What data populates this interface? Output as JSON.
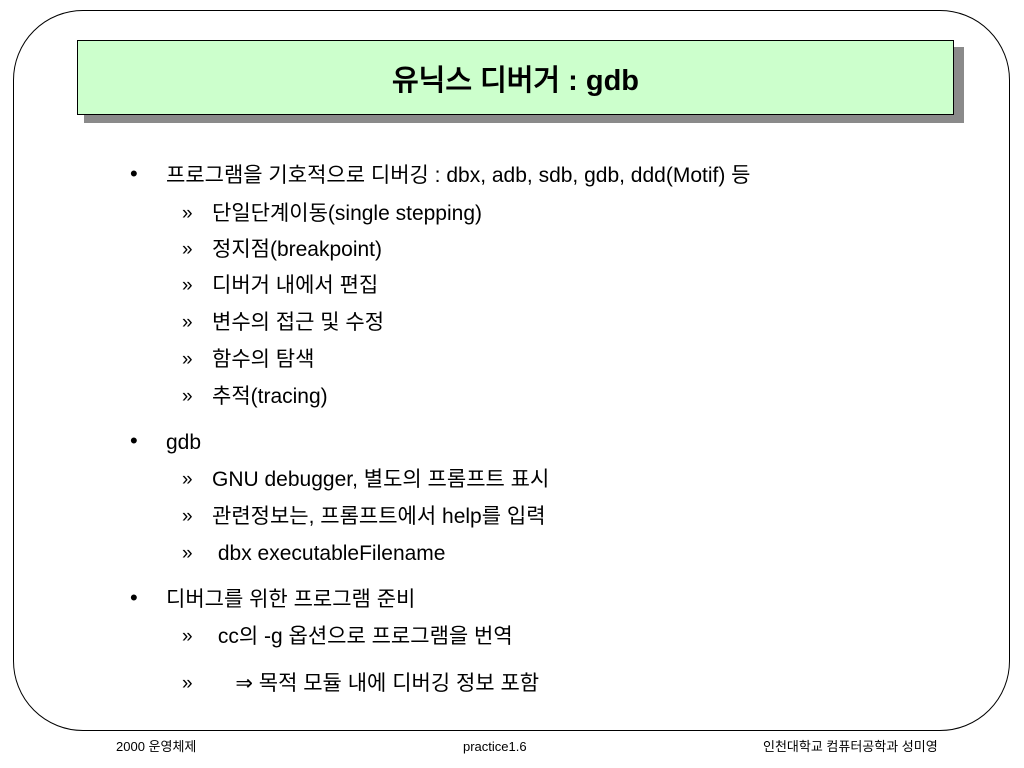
{
  "slide": {
    "title": "유닉스 디버거 :  gdb",
    "sections": [
      {
        "text": "프로그램을 기호적으로 디버깅 : dbx, adb, sdb, gdb, ddd(Motif) 등",
        "sub": [
          "단일단계이동(single stepping)",
          "정지점(breakpoint)",
          "디버거 내에서 편집",
          "변수의 접근 및 수정",
          "함수의 탐색",
          "추적(tracing)"
        ]
      },
      {
        "text": "gdb",
        "sub": [
          "GNU debugger, 별도의 프롬프트 표시",
          "관련정보는, 프롬프트에서 help를 입력",
          " dbx executableFilename"
        ]
      },
      {
        "text": "디버그를 위한 프로그램 준비",
        "sub": [
          " cc의 -g 옵션으로 프로그램을 번역",
          "    ⇒ 목적 모듈 내에 디버깅 정보 포함"
        ]
      }
    ],
    "bullet_symbol": "•",
    "sub_symbol": "»"
  },
  "footer": {
    "left": "2000 운영체제",
    "center": "practice1.6",
    "right": "인천대학교 컴퓨터공학과 성미영"
  },
  "colors": {
    "title_background": "#ccffcc",
    "title_shadow": "#8a8a8a"
  }
}
